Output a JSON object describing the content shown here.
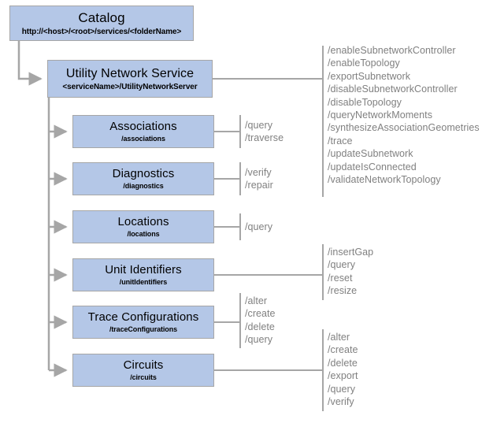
{
  "diagram": {
    "title": "Utility Network Service REST API resource hierarchy",
    "colors": {
      "node_fill": "#b4c7e7",
      "node_border": "#a6a6a6",
      "connector": "#a6a6a6",
      "operation_text": "#808080",
      "node_text": "#000000",
      "background": "#ffffff"
    },
    "root": {
      "title": "Catalog",
      "path": "http://<host>/<root>/services/<folderName>"
    },
    "service": {
      "title": "Utility Network Service",
      "path": "<serviceName>/UtilityNetworkServer",
      "operations": [
        "/enableSubnetworkController",
        "/enableTopology",
        "/exportSubnetwork",
        "/disableSubnetworkController",
        "/disableTopology",
        "/queryNetworkMoments",
        "/synthesizeAssociationGeometries",
        "/trace",
        "/updateSubnetwork",
        "/updateIsConnected",
        "/validateNetworkTopology"
      ]
    },
    "children": [
      {
        "title": "Associations",
        "path": "/associations",
        "operations": [
          "/query",
          "/traverse"
        ]
      },
      {
        "title": "Diagnostics",
        "path": "/diagnostics",
        "operations": [
          "/verify",
          "/repair"
        ]
      },
      {
        "title": "Locations",
        "path": "/locations",
        "operations": [
          "/query"
        ]
      },
      {
        "title": "Unit Identifiers",
        "path": "/unitIdentifiers",
        "operations": [
          "/insertGap",
          "/query",
          "/reset",
          "/resize"
        ]
      },
      {
        "title": "Trace Configurations",
        "path": "/traceConfigurations",
        "operations": [
          "/alter",
          "/create",
          "/delete",
          "/query"
        ]
      },
      {
        "title": "Circuits",
        "path": "/circuits",
        "operations": [
          "/alter",
          "/create",
          "/delete",
          "/export",
          "/query",
          "/verify"
        ]
      }
    ]
  }
}
